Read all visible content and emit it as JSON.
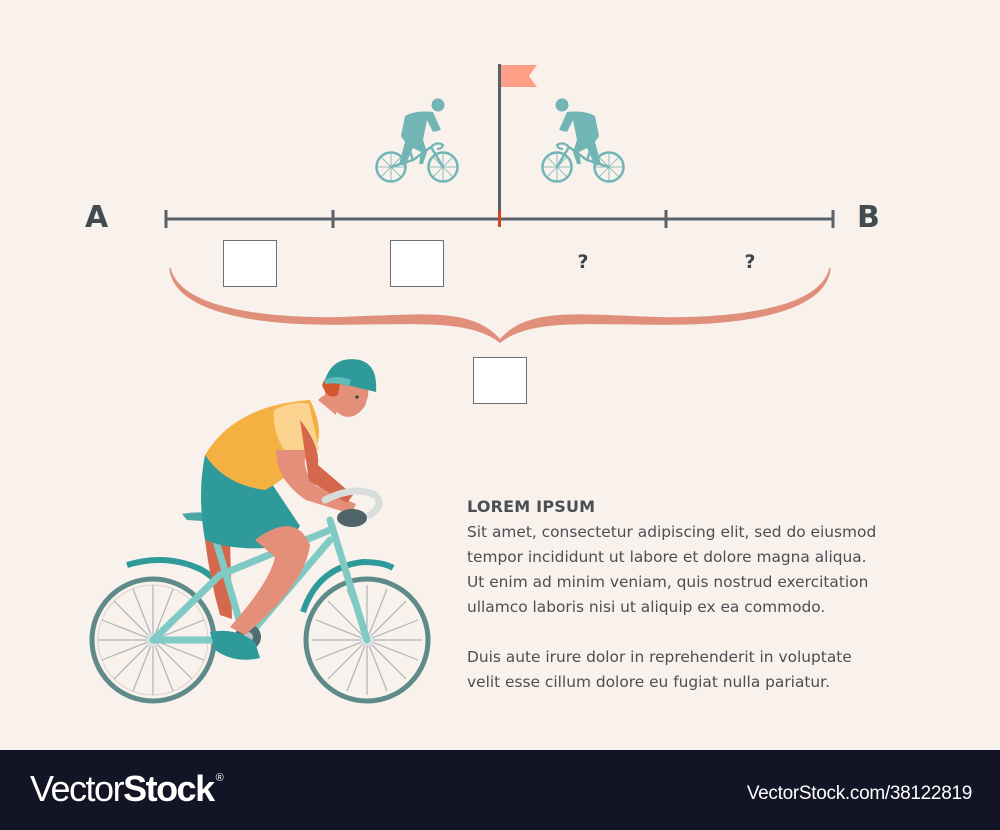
{
  "diagram": {
    "endpoints": {
      "start": "A",
      "end": "B"
    },
    "segments": [
      {
        "index": 1,
        "label": "",
        "kind": "empty-box"
      },
      {
        "index": 2,
        "label": "",
        "kind": "empty-box"
      },
      {
        "index": 3,
        "label": "?",
        "kind": "question"
      },
      {
        "index": 4,
        "label": "?",
        "kind": "question"
      }
    ],
    "total_box": {
      "label": "",
      "kind": "empty-box"
    },
    "flag_position": "midpoint",
    "icons": [
      "cyclist-silhouette-left",
      "flag",
      "cyclist-silhouette-right",
      "cyclist-illustration",
      "curly-brace"
    ],
    "colors": {
      "background": "#f9f1ec",
      "line": "#5a6168",
      "midpoint_tick": "#d4431c",
      "flag": "#fd9f86",
      "cyclist_silhouette": "#72b5b5",
      "brace": "#e0907a",
      "footer": "#131425"
    }
  },
  "text": {
    "heading": "LOREM IPSUM",
    "paragraph1": "Sit amet, consectetur adipiscing elit, sed do eiusmod\ntempor incididunt ut labore et dolore magna aliqua.\nUt enim ad minim veniam, quis nostrud exercitation\nullamco laboris nisi ut aliquip ex ea commodo.",
    "paragraph2": "Duis aute irure dolor in reprehenderit in voluptate\nvelit esse cillum dolore eu fugiat nulla pariatur."
  },
  "footer": {
    "logo_light": "Vector",
    "logo_bold": "Stock",
    "logo_mark": "®",
    "url": "VectorStock.com/38122819"
  }
}
